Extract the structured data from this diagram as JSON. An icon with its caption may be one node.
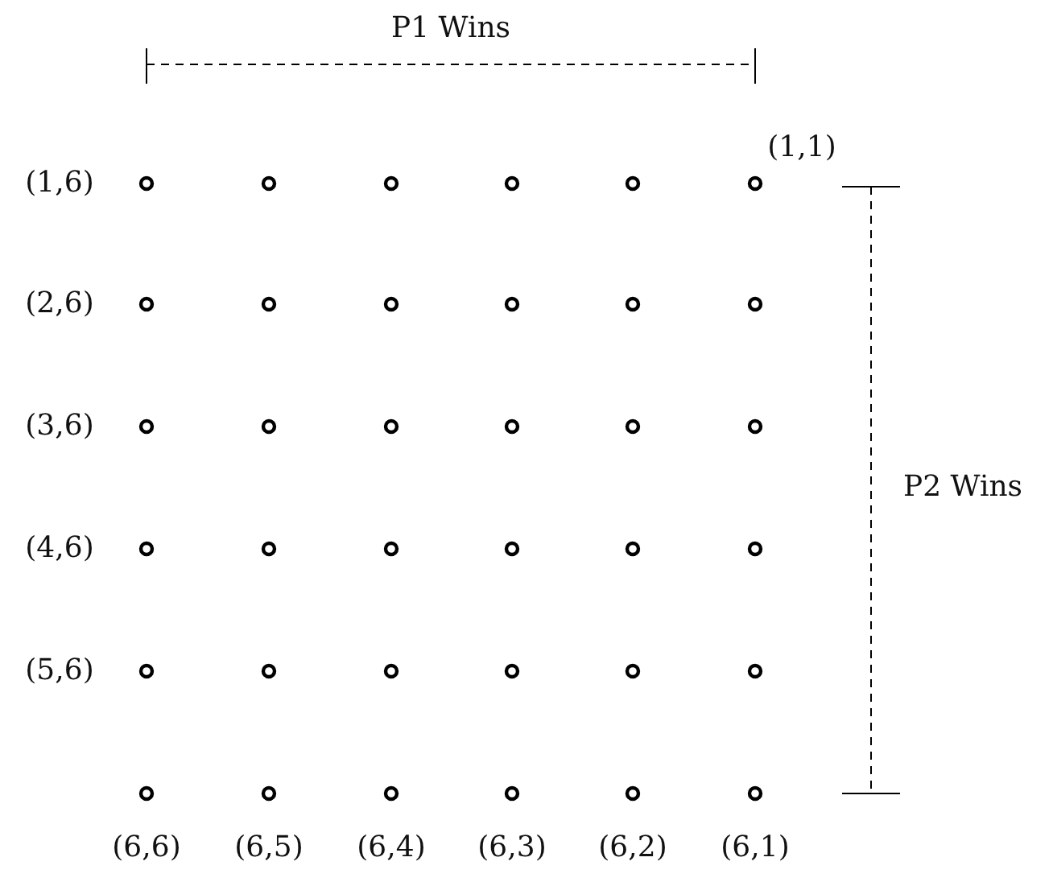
{
  "diagram": {
    "labels": [
      "P1 Wins",
      "(1,1)",
      "(1,6)",
      "(2,6)",
      "(3,6)",
      "P2 Wins",
      "(4,6)",
      "(5,6)",
      "(6,6)",
      "(6,5)",
      "(6,4)",
      "(6,3)",
      "(6,2)",
      "(6,1)"
    ]
  }
}
